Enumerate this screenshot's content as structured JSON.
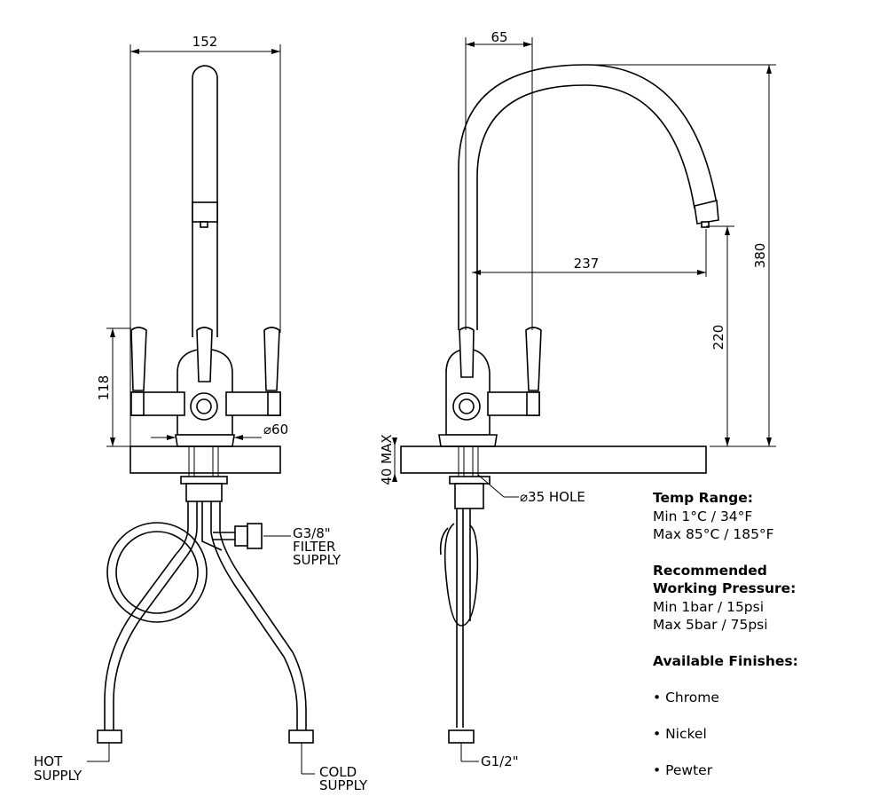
{
  "front_view": {
    "dim_width": "152",
    "dim_handle_height": "118",
    "dim_base_dia": "⌀60",
    "filter_supply": [
      "G3/8\"",
      "FILTER",
      "SUPPLY"
    ],
    "hot_supply": [
      "HOT",
      "SUPPLY"
    ],
    "cold_supply": [
      "COLD",
      "SUPPLY"
    ]
  },
  "side_view": {
    "dim_offset": "65",
    "dim_height": "380",
    "dim_reach": "237",
    "dim_spout_height": "220",
    "dim_deck_thickness": "40 MAX",
    "dim_hole": "⌀35 HOLE",
    "connector": "G1/2\""
  },
  "specs": {
    "temp_heading": "Temp Range:",
    "temp_min": "Min 1°C / 34°F",
    "temp_max": "Max 85°C / 185°F",
    "pressure_heading_1": "Recommended",
    "pressure_heading_2": "Working Pressure:",
    "pressure_min": "Min 1bar / 15psi",
    "pressure_max": "Max 5bar / 75psi",
    "finishes_heading": "Available Finishes:",
    "finishes": [
      "Chrome",
      "Nickel",
      "Pewter"
    ]
  }
}
